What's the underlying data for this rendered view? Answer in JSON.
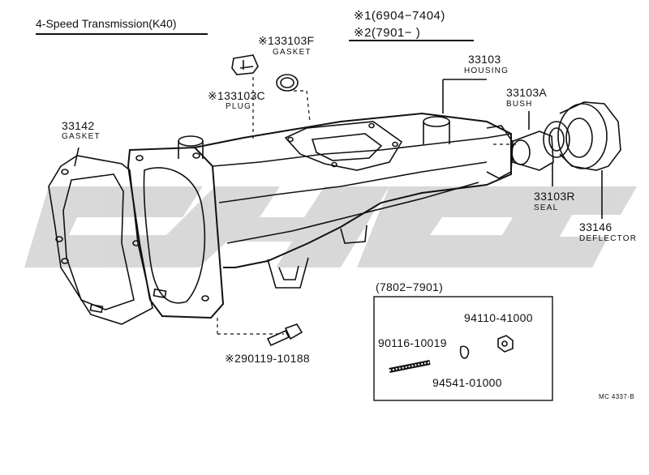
{
  "title": "4-Speed Transmission(K40)",
  "notes": {
    "note1": "※1(6904−7404)",
    "note2": "※2(7901−      )"
  },
  "parts": {
    "gasket_large": {
      "number": "33142",
      "name": "GASKET"
    },
    "gasket_small": {
      "number": "※133103F",
      "name": "GASKET"
    },
    "plug": {
      "number": "※133103C",
      "name": "PLUG"
    },
    "housing": {
      "number": "33103",
      "name": "HOUSING"
    },
    "bush": {
      "number": "33103A",
      "name": "BUSH"
    },
    "seal": {
      "number": "33103R",
      "name": "SEAL"
    },
    "deflector": {
      "number": "33146",
      "name": "DEFLECTOR"
    },
    "bolt": {
      "number": "※290119-10188"
    }
  },
  "inset": {
    "range": "(7802−7901)",
    "stud": "90116-10019",
    "nut": "94110-41000",
    "washer": "94541-01000"
  },
  "code": "MC 4337-B",
  "colors": {
    "ink": "#111111",
    "watermark": "#cfcfcf"
  }
}
